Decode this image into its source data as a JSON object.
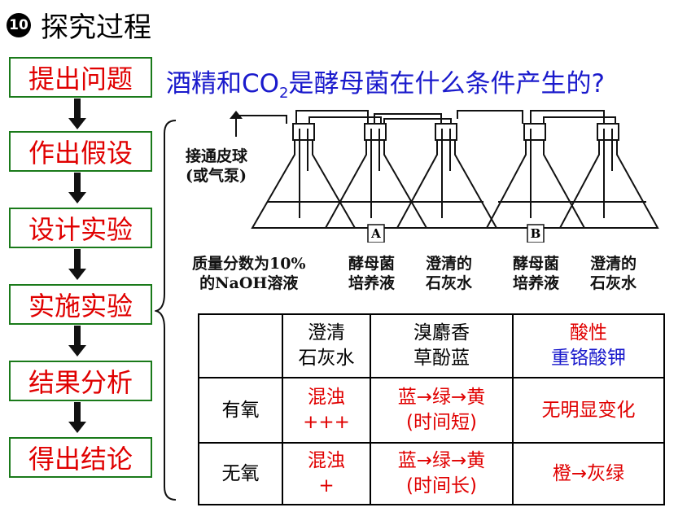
{
  "title": {
    "number": "10",
    "text": "探究过程"
  },
  "steps": [
    "提出问题",
    "作出假设",
    "设计实验",
    "实施实验",
    "结果分析",
    "得出结论"
  ],
  "question": {
    "before": "酒精和CO",
    "sub": "2",
    "after": "是酵母菌在什么条件产生的?"
  },
  "apparatus": {
    "pump_line1": "接通皮球",
    "pump_line2": "(或气泵)",
    "flask_a": "A",
    "flask_b": "B",
    "labels": [
      [
        "质量分数为10%",
        "的NaOH溶液"
      ],
      [
        "酵母菌",
        "培养液"
      ],
      [
        "澄清的",
        "石灰水"
      ],
      [
        "酵母菌",
        "培养液"
      ],
      [
        "澄清的",
        "石灰水"
      ]
    ]
  },
  "table": {
    "headers": [
      {
        "line1": "澄清",
        "line2": "石灰水"
      },
      {
        "line1": "溴麝香",
        "line2": "草酚蓝"
      },
      {
        "line1": "酸性",
        "line2": "重铬酸钾"
      }
    ],
    "rows": [
      {
        "label": "有氧",
        "lime_line1": "混浊",
        "lime_line2": "+++",
        "btb_line1": "蓝→绿→黄",
        "btb_line2": "(时间短)",
        "dichromate": "无明显变化"
      },
      {
        "label": "无氧",
        "lime_line1": "混浊",
        "lime_line2": "+",
        "btb_line1": "蓝→绿→黄",
        "btb_line2": "(时间长)",
        "dichromate": "橙→灰绿"
      }
    ]
  },
  "colors": {
    "step_border": "#1a7a1a",
    "step_text": "#e00000",
    "question": "#1a1acc",
    "red": "#e00000",
    "blue": "#1a1acc"
  }
}
